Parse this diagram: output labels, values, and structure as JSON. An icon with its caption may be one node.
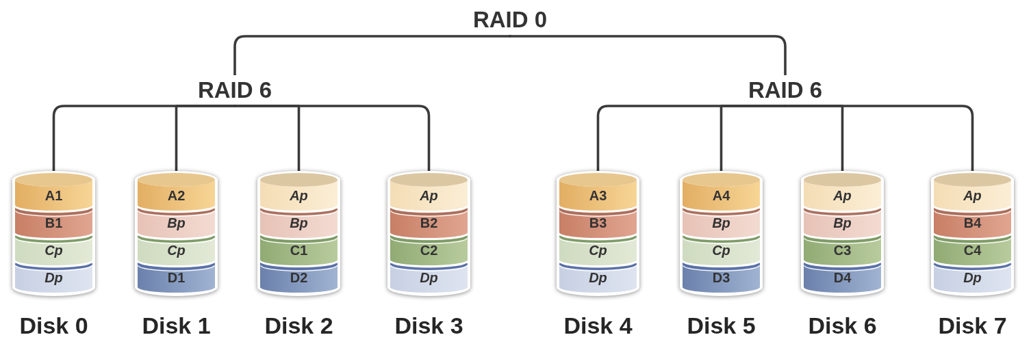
{
  "diagram": {
    "nodes": [
      {
        "text": [
          "RAID 0"
        ]
      },
      {
        "text": [
          "RAID 6"
        ]
      },
      {
        "text": [
          "RAID 6"
        ]
      },
      {
        "text": [
          "Disk 0"
        ]
      },
      {
        "text": [
          "A1"
        ],
        "in": 3
      },
      {
        "text": [
          "B1"
        ],
        "in": 3
      },
      {
        "text": [
          "Cp"
        ],
        "in": 3
      },
      {
        "text": [
          "Dp"
        ],
        "in": 3
      },
      {
        "text": [
          "Disk 1"
        ]
      },
      {
        "text": [
          "A2"
        ],
        "in": 8
      },
      {
        "text": [
          "Bp"
        ],
        "in": 8
      },
      {
        "text": [
          "Cp"
        ],
        "in": 8
      },
      {
        "text": [
          "D1"
        ],
        "in": 8
      },
      {
        "text": [
          "Disk 2"
        ]
      },
      {
        "text": [
          "Ap"
        ],
        "in": 13
      },
      {
        "text": [
          "Bp"
        ],
        "in": 13
      },
      {
        "text": [
          "C1"
        ],
        "in": 13
      },
      {
        "text": [
          "D2"
        ],
        "in": 13
      },
      {
        "text": [
          "Disk 3"
        ]
      },
      {
        "text": [
          "Ap"
        ],
        "in": 18
      },
      {
        "text": [
          "B2"
        ],
        "in": 18
      },
      {
        "text": [
          "C2"
        ],
        "in": 18
      },
      {
        "text": [
          "Dp"
        ],
        "in": 18
      },
      {
        "text": [
          "Disk 4"
        ]
      },
      {
        "text": [
          "A3"
        ],
        "in": 23
      },
      {
        "text": [
          "B3"
        ],
        "in": 23
      },
      {
        "text": [
          "Cp"
        ],
        "in": 23
      },
      {
        "text": [
          "Dp"
        ],
        "in": 23
      },
      {
        "text": [
          "Disk 5"
        ]
      },
      {
        "text": [
          "A4"
        ],
        "in": 28
      },
      {
        "text": [
          "Bp"
        ],
        "in": 28
      },
      {
        "text": [
          "Cp"
        ],
        "in": 28
      },
      {
        "text": [
          "D3"
        ],
        "in": 28
      },
      {
        "text": [
          "Disk 6"
        ]
      },
      {
        "text": [
          "Ap"
        ],
        "in": 33
      },
      {
        "text": [
          "Bp"
        ],
        "in": 33
      },
      {
        "text": [
          "C3"
        ],
        "in": 33
      },
      {
        "text": [
          "D4"
        ],
        "in": 33
      },
      {
        "text": [
          "Disk 7"
        ]
      },
      {
        "text": [
          "Ap"
        ],
        "in": 38
      },
      {
        "text": [
          "B4"
        ],
        "in": 38
      },
      {
        "text": [
          "C4"
        ],
        "in": 38
      },
      {
        "text": [
          "Dp"
        ],
        "in": 38
      }
    ],
    "edges": [
      {
        "from": 0,
        "to": 1,
        "arrow": "none"
      },
      {
        "from": 0,
        "to": 2,
        "arrow": "none"
      },
      {
        "from": 1,
        "to": 3,
        "arrow": "none"
      },
      {
        "from": 1,
        "to": 8,
        "arrow": "none"
      },
      {
        "from": 1,
        "to": 13,
        "arrow": "none"
      },
      {
        "from": 1,
        "to": 18,
        "arrow": "none"
      },
      {
        "from": 2,
        "to": 23,
        "arrow": "none"
      },
      {
        "from": 2,
        "to": 28,
        "arrow": "none"
      },
      {
        "from": 2,
        "to": 33,
        "arrow": "none"
      },
      {
        "from": 2,
        "to": 38,
        "arrow": "none"
      }
    ]
  }
}
